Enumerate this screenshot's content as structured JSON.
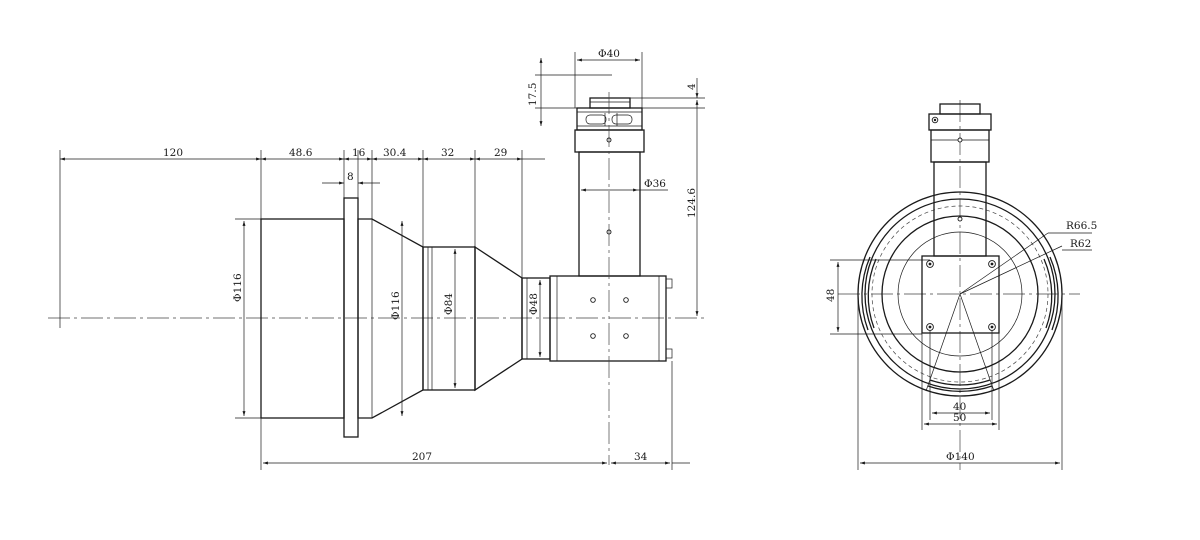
{
  "side_view": {
    "dims": {
      "d120": "120",
      "d48_6": "48.6",
      "d16": "16",
      "d30_4": "30.4",
      "d32": "32",
      "d29": "29",
      "d8": "8",
      "dia116_left": "Φ116",
      "dia116_cone": "Φ116",
      "dia84": "Φ84",
      "dia48": "Φ48",
      "dia40": "Φ40",
      "dia36": "Φ36",
      "d17_5": "17.5",
      "d4": "4",
      "d124_6": "124.6",
      "d207": "207",
      "d34": "34"
    }
  },
  "front_view": {
    "dims": {
      "r66_5": "R66.5",
      "r62": "R62",
      "d48": "48",
      "d40": "40",
      "d50": "50",
      "dia140": "Φ140"
    }
  }
}
